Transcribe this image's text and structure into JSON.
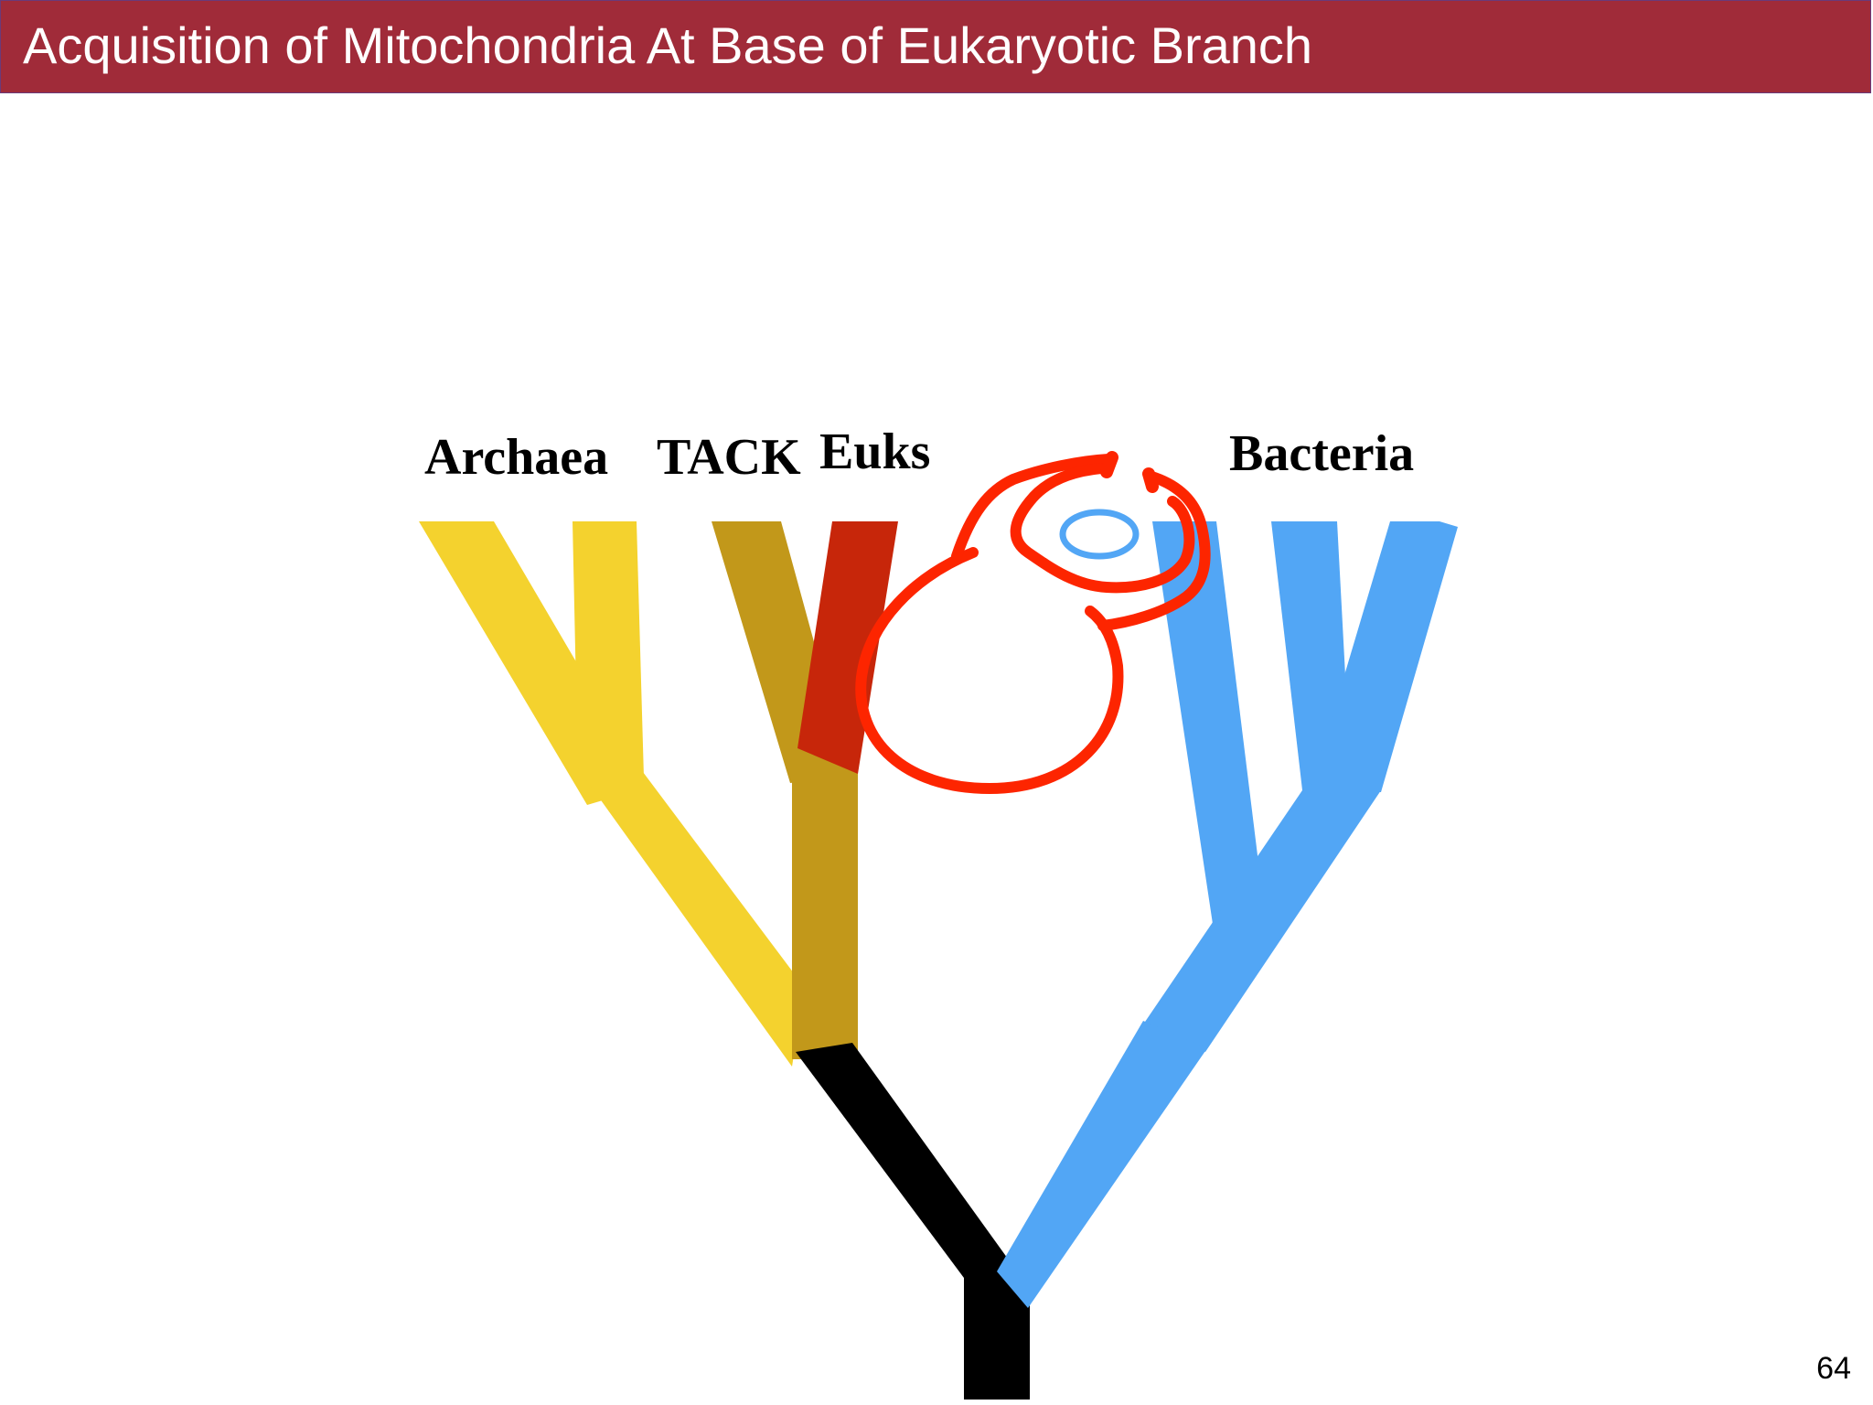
{
  "slide": {
    "title": "Acquisition of Mitochondria At Base of Eukaryotic Branch",
    "page_number": "64"
  },
  "labels": {
    "archaea": "Archaea",
    "tack": "TACK",
    "euks": "Euks",
    "bacteria": "Bacteria"
  },
  "colors": {
    "title_bar": "#a02b39",
    "archaea": "#f4d22e",
    "tack": "#c2981a",
    "euks": "#c7260a",
    "bacteria": "#52a6f5",
    "root": "#000000",
    "host_cell_outline": "#fd2500",
    "mitochondrion": "#52a6f5"
  },
  "icons": {
    "host_cell": "engulfing-cell-outline",
    "mitochondrion": "mitochondrion-oval"
  }
}
